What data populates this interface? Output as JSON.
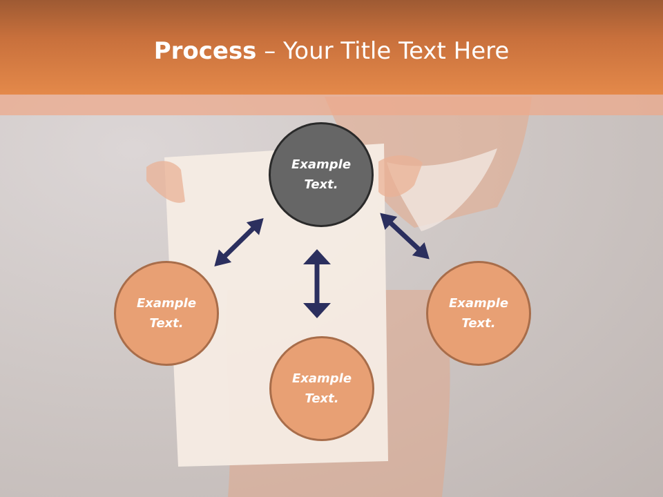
{
  "title": {
    "strong": "Process",
    "rest": " – Your Title Text Here"
  },
  "nodes": {
    "center": {
      "line1": "Example",
      "line2": "Text."
    },
    "left": {
      "line1": "Example",
      "line2": "Text."
    },
    "bottom": {
      "line1": "Example",
      "line2": "Text."
    },
    "right": {
      "line1": "Example",
      "line2": "Text."
    }
  },
  "colors": {
    "header": "#e4894a",
    "center_node": "#666666",
    "outer_node": "#e8a074",
    "arrow": "#2b2f5e"
  }
}
